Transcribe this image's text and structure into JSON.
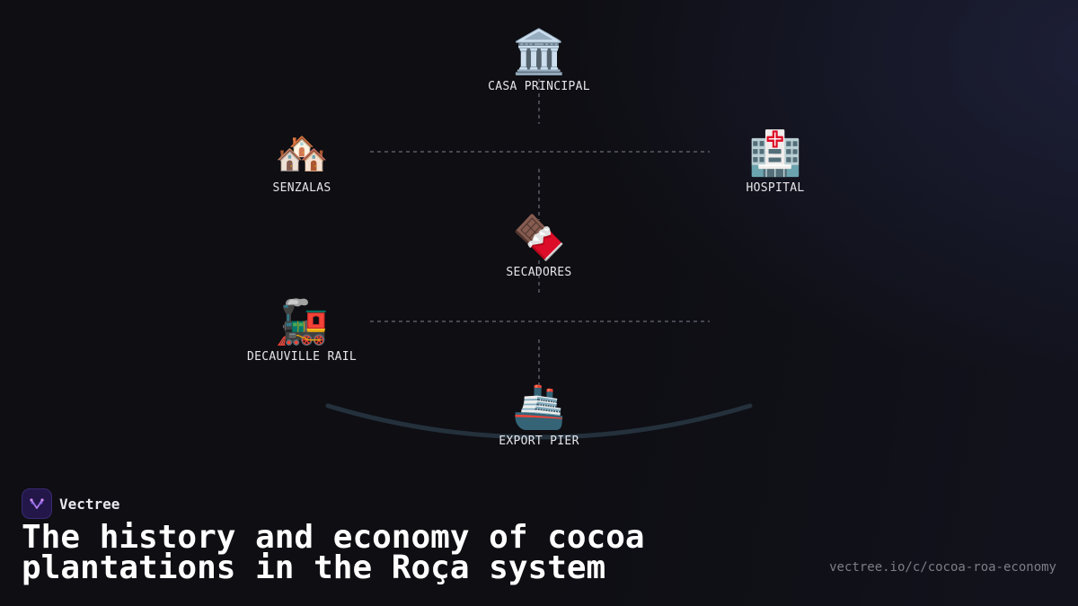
{
  "nodes": {
    "casa_principal": {
      "icon": "🏛️",
      "label": "CASA PRINCIPAL"
    },
    "senzalas": {
      "icon": "🏘️",
      "label": "SENZALAS"
    },
    "hospital": {
      "icon": "🏥",
      "label": "HOSPITAL"
    },
    "secadores": {
      "icon": "🍫",
      "label": "SECADORES"
    },
    "decauville_rail": {
      "icon": "🚂",
      "label": "DECAUVILLE RAIL"
    },
    "export_pier": {
      "icon": "🚢",
      "label": "EXPORT PIER"
    }
  },
  "brand": {
    "name": "Vectree"
  },
  "title": "The history and economy of cocoa plantations in the Roça system",
  "url": "vectree.io/c/cocoa-roa-economy",
  "colors": {
    "background": "#0e0e13",
    "connector": "#5a5a66",
    "shore": "#24313c",
    "brand_logo": "#23174a"
  }
}
